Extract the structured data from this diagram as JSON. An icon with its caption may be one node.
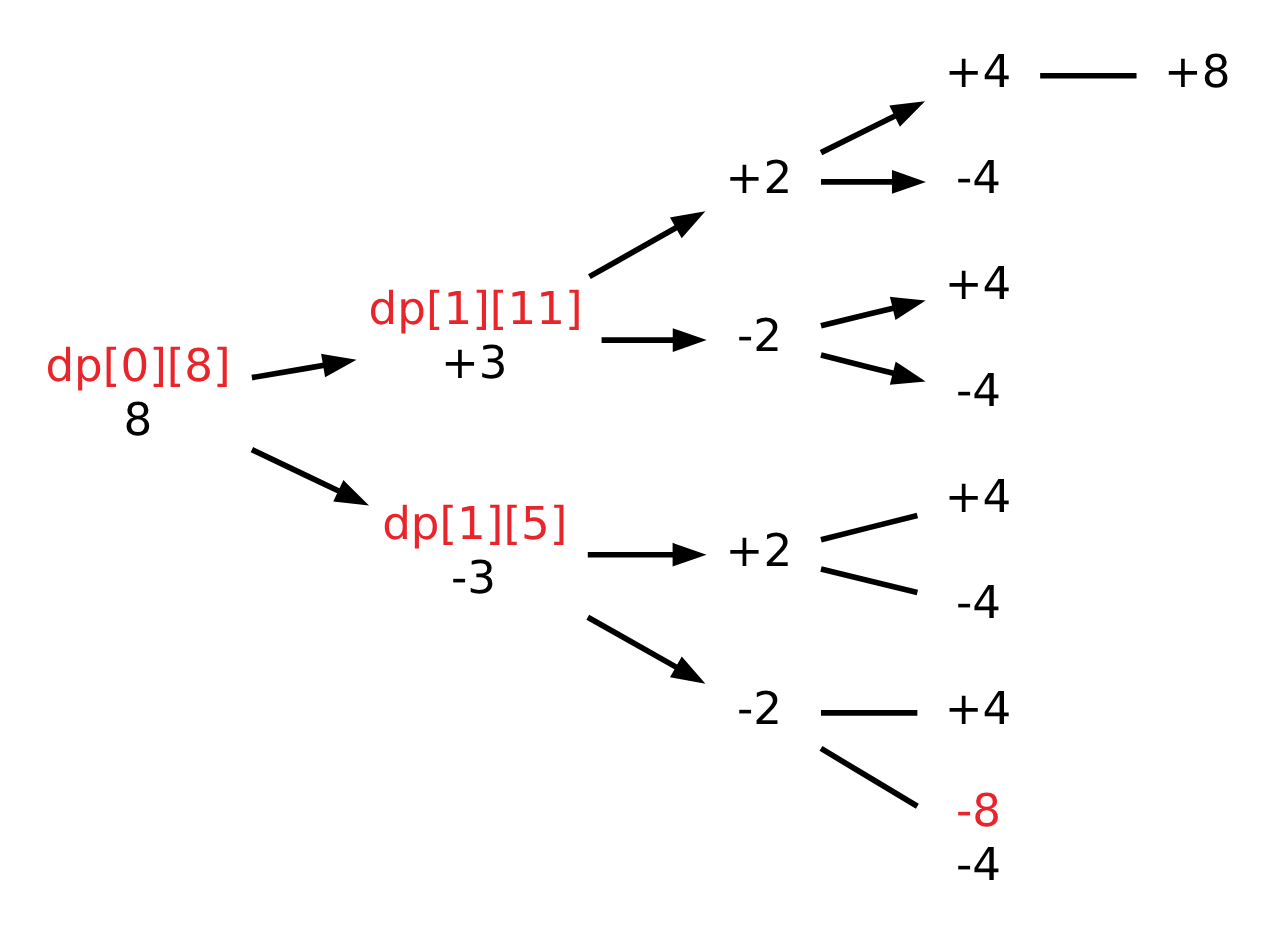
{
  "diagram": {
    "nodes": [
      {
        "text": [
          "8"
        ],
        "beside": [
          "dp[0][8]"
        ]
      },
      {
        "text": [
          "+3"
        ],
        "beside": [
          "dp[1][11]"
        ]
      },
      {
        "text": [
          "-3"
        ],
        "beside": [
          "dp[1][5]"
        ]
      },
      {
        "text": [
          "+2"
        ]
      },
      {
        "text": [
          "-2"
        ]
      },
      {
        "text": [
          "+2"
        ]
      },
      {
        "text": [
          "-2"
        ]
      },
      {
        "text": [
          "+4"
        ]
      },
      {
        "text": [
          "-4"
        ]
      },
      {
        "text": [
          "+4"
        ]
      },
      {
        "text": [
          "-4"
        ]
      },
      {
        "text": [
          "+4"
        ]
      },
      {
        "text": [
          "-4"
        ]
      },
      {
        "text": [
          "+4"
        ]
      },
      {
        "text": [
          "-4"
        ],
        "beside": [
          "-8"
        ]
      },
      {
        "text": [
          "+8"
        ]
      }
    ],
    "edges": [
      {
        "from": 0,
        "to": 1,
        "arrow": "to"
      },
      {
        "from": 0,
        "to": 2,
        "arrow": "to"
      },
      {
        "from": 1,
        "to": 3,
        "arrow": "to"
      },
      {
        "from": 1,
        "to": 4,
        "arrow": "to"
      },
      {
        "from": 2,
        "to": 5,
        "arrow": "to"
      },
      {
        "from": 2,
        "to": 6,
        "arrow": "to"
      },
      {
        "from": 3,
        "to": 7,
        "arrow": "to"
      },
      {
        "from": 3,
        "to": 8,
        "arrow": "to"
      },
      {
        "from": 4,
        "to": 9,
        "arrow": "to"
      },
      {
        "from": 4,
        "to": 10,
        "arrow": "to"
      },
      {
        "from": 5,
        "to": 11,
        "arrow": "none"
      },
      {
        "from": 5,
        "to": 12,
        "arrow": "none"
      },
      {
        "from": 6,
        "to": 13,
        "arrow": "none"
      },
      {
        "from": 6,
        "to": 14,
        "arrow": "none"
      },
      {
        "from": 7,
        "to": 15,
        "arrow": "none"
      }
    ]
  }
}
